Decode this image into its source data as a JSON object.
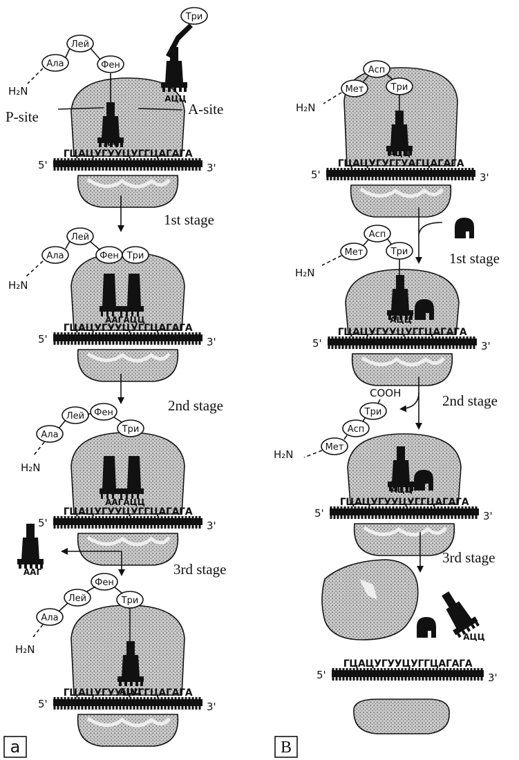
{
  "panel_a": {
    "label": "a",
    "p_site": "P-site",
    "a_site": "A-site",
    "h2n": "H₂N",
    "five_prime": "5'",
    "three_prime": "3'",
    "mrna": "ГЦАЦУГУУЦУГГЦАГАГА",
    "stages": [
      "1st stage",
      "2nd stage",
      "3rd stage"
    ],
    "amino_acids": {
      "ala": "Ала",
      "ley": "Лей",
      "fen": "Фен",
      "tri": "Три"
    },
    "anticodons": {
      "aag": "ААГ",
      "acc": "АЦЦ",
      "aag_acc": "ААГАЦЦ"
    }
  },
  "panel_b": {
    "label": "B",
    "h2n": "H₂N",
    "five_prime": "5'",
    "three_prime": "3'",
    "mrna_1": "ГЦАЦУГУГГУАГЦАГАГА",
    "mrna_2": "ГЦАЦУГУУЦУГГЦАГАГА",
    "stages": [
      "1st stage",
      "2nd stage",
      "3rd stage"
    ],
    "cooh": "COOH",
    "amino_acids": {
      "met": "Мет",
      "asp": "Асп",
      "tri": "Три"
    },
    "anticodon": "АЦЦ"
  },
  "colors": {
    "ink": "#111111",
    "stipple": "#8a8a8a"
  }
}
